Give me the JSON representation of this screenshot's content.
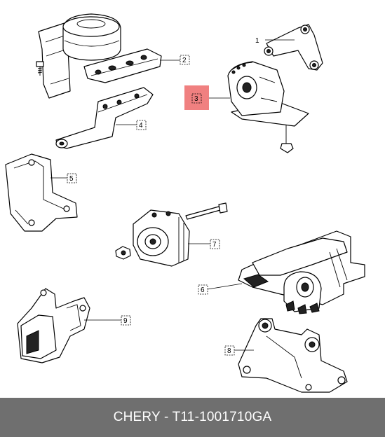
{
  "callouts": {
    "c1": "1",
    "c2": "2",
    "c3": "3",
    "c4": "4",
    "c5": "5",
    "c6": "6",
    "c7": "7",
    "c8": "8",
    "c9": "9"
  },
  "colors": {
    "highlight": "#f08080",
    "footer_bg": "#6f6f6f",
    "footer_text": "#ffffff"
  },
  "footer": {
    "title": "CHERY - T11-1001710GA"
  }
}
